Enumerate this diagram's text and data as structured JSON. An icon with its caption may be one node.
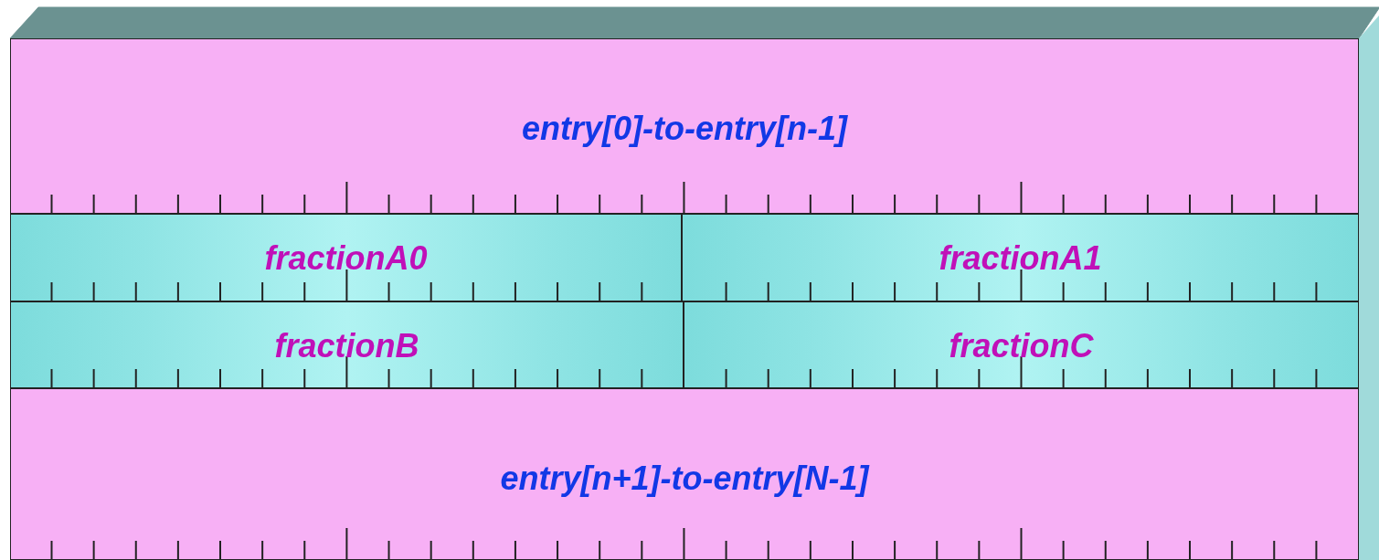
{
  "diagram": {
    "nodes": [
      {
        "text": [
          "entry[0]-to-entry[n-1]"
        ]
      },
      {
        "text": [
          "fractionA0"
        ]
      },
      {
        "text": [
          "fractionA1"
        ]
      },
      {
        "text": [
          "fractionB"
        ]
      },
      {
        "text": [
          "fractionC"
        ]
      },
      {
        "text": [
          "entry[n+1]-to-entry[N-1]"
        ]
      }
    ]
  }
}
